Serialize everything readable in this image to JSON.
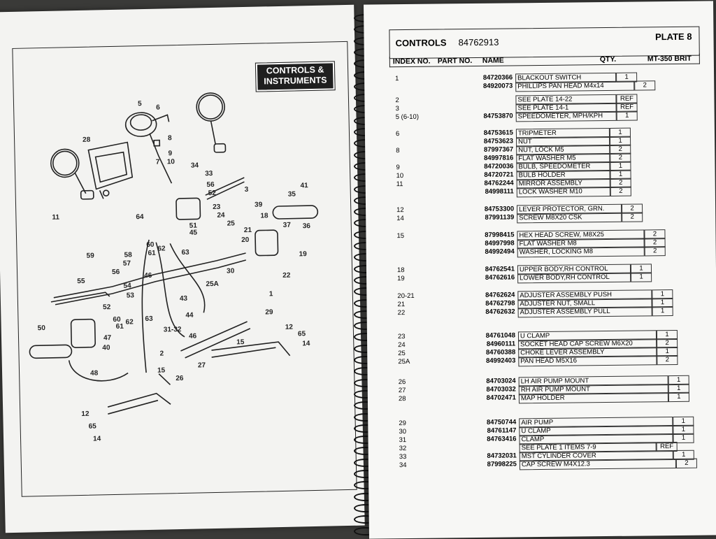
{
  "left_page": {
    "badge_line1": "CONTROLS &",
    "badge_line2": "INSTRUMENTS",
    "callouts": [
      "5",
      "6",
      "8",
      "9",
      "10",
      "28",
      "34",
      "33",
      "56",
      "52",
      "3",
      "11",
      "41",
      "35",
      "39",
      "18",
      "64",
      "23",
      "24",
      "51",
      "45",
      "25",
      "21",
      "37",
      "36",
      "20",
      "60",
      "61",
      "62",
      "63",
      "19",
      "58",
      "57",
      "59",
      "56",
      "55",
      "46",
      "54",
      "53",
      "25A",
      "30",
      "22",
      "52",
      "60",
      "61",
      "62",
      "43",
      "1",
      "44",
      "29",
      "50",
      "47",
      "40",
      "31-32",
      "46",
      "2",
      "12",
      "65",
      "14",
      "15",
      "27",
      "48",
      "26",
      "15",
      "12",
      "65",
      "14",
      "7"
    ]
  },
  "right_page": {
    "title": "CONTROLS",
    "code": "84762913",
    "plate": "PLATE  8",
    "columns": [
      "INDEX NO.",
      "PART NO.",
      "NAME",
      "QTY.",
      "MT-350 BRIT"
    ],
    "rows": [
      {
        "i": "1",
        "p": "84720366",
        "n": "BLACKOUT SWITCH",
        "q": "1"
      },
      {
        "i": "",
        "p": "84920073",
        "n": "PHILLIPS PAN HEAD  M4x14",
        "q": "2"
      },
      {
        "i": "2",
        "p": "",
        "n": "SEE PLATE 14-22",
        "q": "REF"
      },
      {
        "i": "3",
        "p": "",
        "n": "SEE PLATE 14-1",
        "q": "REF"
      },
      {
        "i": "5 (6-10)",
        "p": "84753870",
        "n": "SPEEDOMETER, MPH/KPH",
        "q": "1"
      },
      {
        "i": "6",
        "p": "84753615",
        "n": "TRIPMETER",
        "q": "1"
      },
      {
        "i": "",
        "p": "84753623",
        "n": "NUT",
        "q": "1"
      },
      {
        "i": "8",
        "p": "87997367",
        "n": "NUT, LOCK M5",
        "q": "2"
      },
      {
        "i": "",
        "p": "84997816",
        "n": "FLAT WASHER M5",
        "q": "2"
      },
      {
        "i": "9",
        "p": "84720036",
        "n": "BULB, SPEEDOMETER",
        "q": "1"
      },
      {
        "i": "10",
        "p": "84720721",
        "n": "BULB HOLDER",
        "q": "1"
      },
      {
        "i": "11",
        "p": "84762244",
        "n": "MIRROR ASSEMBLY",
        "q": "2"
      },
      {
        "i": "",
        "p": "84998111",
        "n": "LOCK WASHER M10",
        "q": "2"
      },
      {
        "i": "12",
        "p": "84753300",
        "n": "LEVER PROTECTOR, GRN.",
        "q": "2"
      },
      {
        "i": "14",
        "p": "87991139",
        "n": "SCREW M8X20 CSK",
        "q": "2"
      },
      {
        "i": "15",
        "p": "87998415",
        "n": "HEX HEAD SCREW, M8X25",
        "q": "2"
      },
      {
        "i": "",
        "p": "84997998",
        "n": "FLAT WASHER M8",
        "q": "2"
      },
      {
        "i": "",
        "p": "84992494",
        "n": "WASHER, LOCKING M8",
        "q": "2"
      },
      {
        "i": "18",
        "p": "84762541",
        "n": "UPPER BODY,RH CONTROL",
        "q": "1"
      },
      {
        "i": "19",
        "p": "84762616",
        "n": "LOWER BODY,RH CONTROL",
        "q": "1"
      },
      {
        "i": "20-21",
        "p": "84762624",
        "n": "ADJUSTER ASSEMBLY PUSH",
        "q": "1"
      },
      {
        "i": "21",
        "p": "84762798",
        "n": "ADJUSTER NUT, SMALL",
        "q": "1"
      },
      {
        "i": "22",
        "p": "84762632",
        "n": "ADJUSTER ASSEMBLY PULL",
        "q": "1"
      },
      {
        "i": "23",
        "p": "84761048",
        "n": "U CLAMP",
        "q": "1"
      },
      {
        "i": "24",
        "p": "84960111",
        "n": "SOCKET HEAD CAP SCREW M6X20",
        "q": "2"
      },
      {
        "i": "25",
        "p": "84760388",
        "n": "CHOKE LEVER ASSEMBLY",
        "q": "1"
      },
      {
        "i": "25A",
        "p": "84992403",
        "n": "PAN HEAD M5X16",
        "q": "2"
      },
      {
        "i": "26",
        "p": "84703024",
        "n": "LH AIR PUMP MOUNT",
        "q": "1"
      },
      {
        "i": "27",
        "p": "84703032",
        "n": "RH AIR PUMP MOUNT",
        "q": "1"
      },
      {
        "i": "28",
        "p": "84702471",
        "n": "MAP HOLDER",
        "q": "1"
      },
      {
        "i": "29",
        "p": "84750744",
        "n": "AIR PUMP",
        "q": "1"
      },
      {
        "i": "30",
        "p": "84761147",
        "n": "U CLAMP",
        "q": "1"
      },
      {
        "i": "31",
        "p": "84763416",
        "n": "CLAMP",
        "q": "1"
      },
      {
        "i": "32",
        "p": "",
        "n": "SEE PLATE 1   ITEMS 7-9",
        "q": "REF"
      },
      {
        "i": "33",
        "p": "84732031",
        "n": "MST CYLINDER COVER",
        "q": "1"
      },
      {
        "i": "34",
        "p": "87998225",
        "n": "CAP SCREW M4X12.3",
        "q": "2"
      }
    ]
  }
}
